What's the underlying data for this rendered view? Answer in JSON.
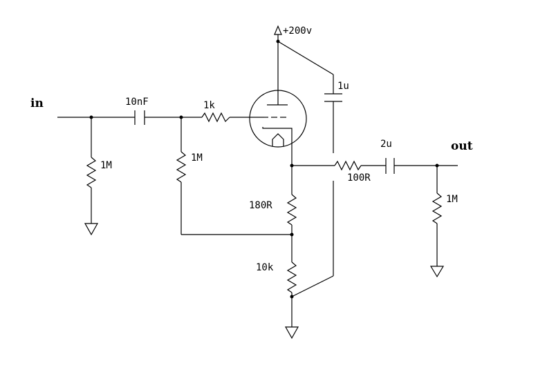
{
  "ports": {
    "input": "in",
    "output": "out",
    "supply": "+200v"
  },
  "components": {
    "c_in": "10nF",
    "r_in_ground": "1M",
    "r_grid": "1M",
    "r_grid_stopper": "1k",
    "c_bootstrap": "1u",
    "r_cathode": "180R",
    "r_bias": "10k",
    "r_output": "100R",
    "c_out": "2u",
    "r_out_ground": "1M"
  }
}
